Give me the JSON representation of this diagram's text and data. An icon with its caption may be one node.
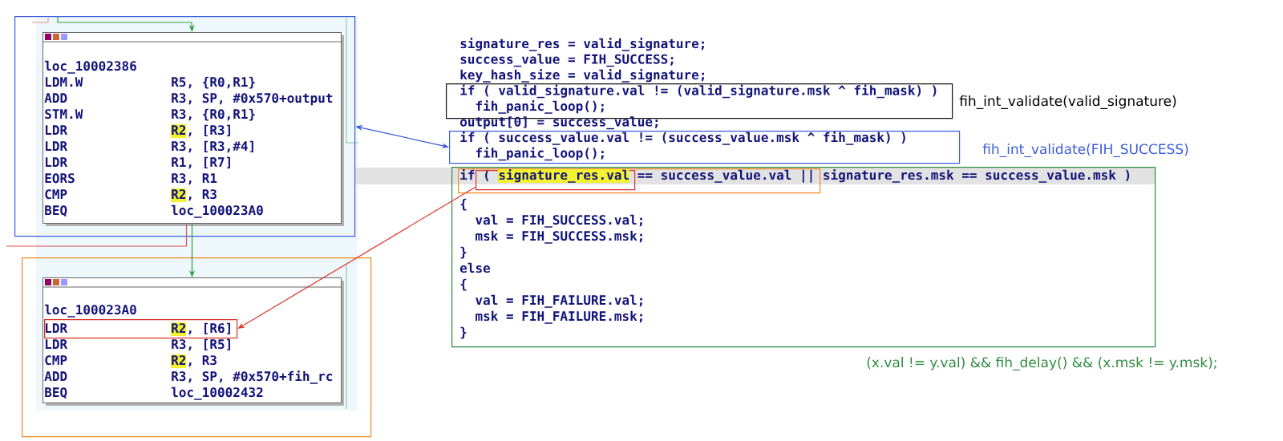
{
  "diagram": {
    "nodes": [
      {
        "text": [],
        "shape": "box"
      },
      {
        "text": [
          "loc_10002386",
          "LDM.W",
          "R5, {R0,R1}",
          "ADD",
          "R3, SP, #0x570+output",
          "STM.W",
          "R3, {R0,R1}",
          "LDR",
          "R2, [R3]",
          "LDR",
          "R3, [R3,#4]",
          "LDR",
          "R1, [R7]",
          "EORS",
          "R3, R1",
          "CMP",
          "R2, R3",
          "BEQ",
          "loc_100023A0"
        ],
        "in": 0
      },
      {
        "text": [],
        "shape": "box"
      },
      {
        "text": [
          "loc_100023A0",
          "LDR",
          "R3, [R5]",
          "CMP",
          "R2, R3",
          "ADD",
          "R3, SP, #0x570+fih_rc",
          "BEQ",
          "loc_10002432"
        ],
        "in": 2
      },
      {
        "text": [
          "LDR",
          "R2, [R6]"
        ],
        "in": 3
      },
      {
        "text": [
          "if ( valid_signature.val != (valid_signature.msk ^ fih_mask) )",
          "fih_panic_loop();"
        ],
        "beside": [
          "fih_int_validate(valid_signature)"
        ]
      },
      {
        "text": [
          "if ( success_value.val != (success_value.msk ^ fih_mask) )",
          "fih_panic_loop();"
        ],
        "beside": [
          "fih_int_validate(FIH_SUCCESS)"
        ]
      },
      {
        "text": [
          "signature_res.msk == success_value.msk )",
          "{",
          "val = FIH_SUCCESS.val;",
          "msk = FIH_SUCCESS.msk;",
          "}",
          "else",
          "{",
          "val = FIH_FAILURE.val;",
          "msk = FIH_FAILURE.msk;",
          "}"
        ],
        "beside": [
          "(x.val != y.val) && fih_delay() && (x.msk != y.msk);"
        ]
      },
      {
        "text": [
          "if (",
          "== success_value.val ||"
        ],
        "in": 7
      },
      {
        "text": [
          "signature_res.val"
        ],
        "in": 8
      }
    ],
    "edges": [
      {
        "from": 0,
        "to": 6,
        "arrow": "both",
        "color": "#3b5bdb"
      },
      {
        "from": 9,
        "to": 4,
        "arrow": "to",
        "color": "#d9342b"
      },
      {
        "from": null,
        "to": 1,
        "arrow": "to",
        "color": "#2e9e3e"
      },
      {
        "from": 1,
        "to": 3,
        "arrow": "to",
        "color": "#2e9e3e"
      },
      {
        "from": 1,
        "to": null,
        "arrow": "none",
        "color": "#e05050"
      }
    ],
    "labels": [
      "signature_res = valid_signature;",
      "success_value = FIH_SUCCESS;",
      "key_hash_size = valid_signature;",
      "output[0] = success_value;"
    ]
  }
}
